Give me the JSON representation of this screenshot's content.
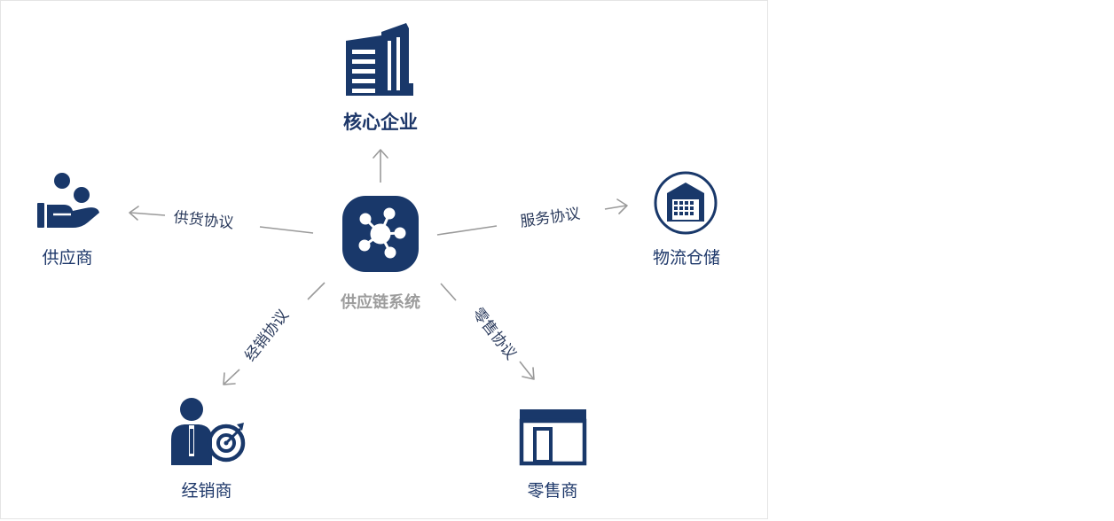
{
  "colors": {
    "navy": "#19386a",
    "gray": "#9a9a9a",
    "label_dark": "#1d3769"
  },
  "center": {
    "label": "供应链系统",
    "icon": "network-hub-icon"
  },
  "nodes": {
    "core": {
      "label": "核心企业",
      "icon": "office-building-icon"
    },
    "supplier": {
      "label": "供应商",
      "icon": "hand-giving-icon"
    },
    "logistics": {
      "label": "物流仓储",
      "icon": "warehouse-icon"
    },
    "distributor": {
      "label": "经销商",
      "icon": "businessman-target-icon"
    },
    "retailer": {
      "label": "零售商",
      "icon": "storefront-icon"
    }
  },
  "edges": {
    "supply": "供货协议",
    "service": "服务协议",
    "distribution": "经销协议",
    "retail": "零售协议"
  }
}
